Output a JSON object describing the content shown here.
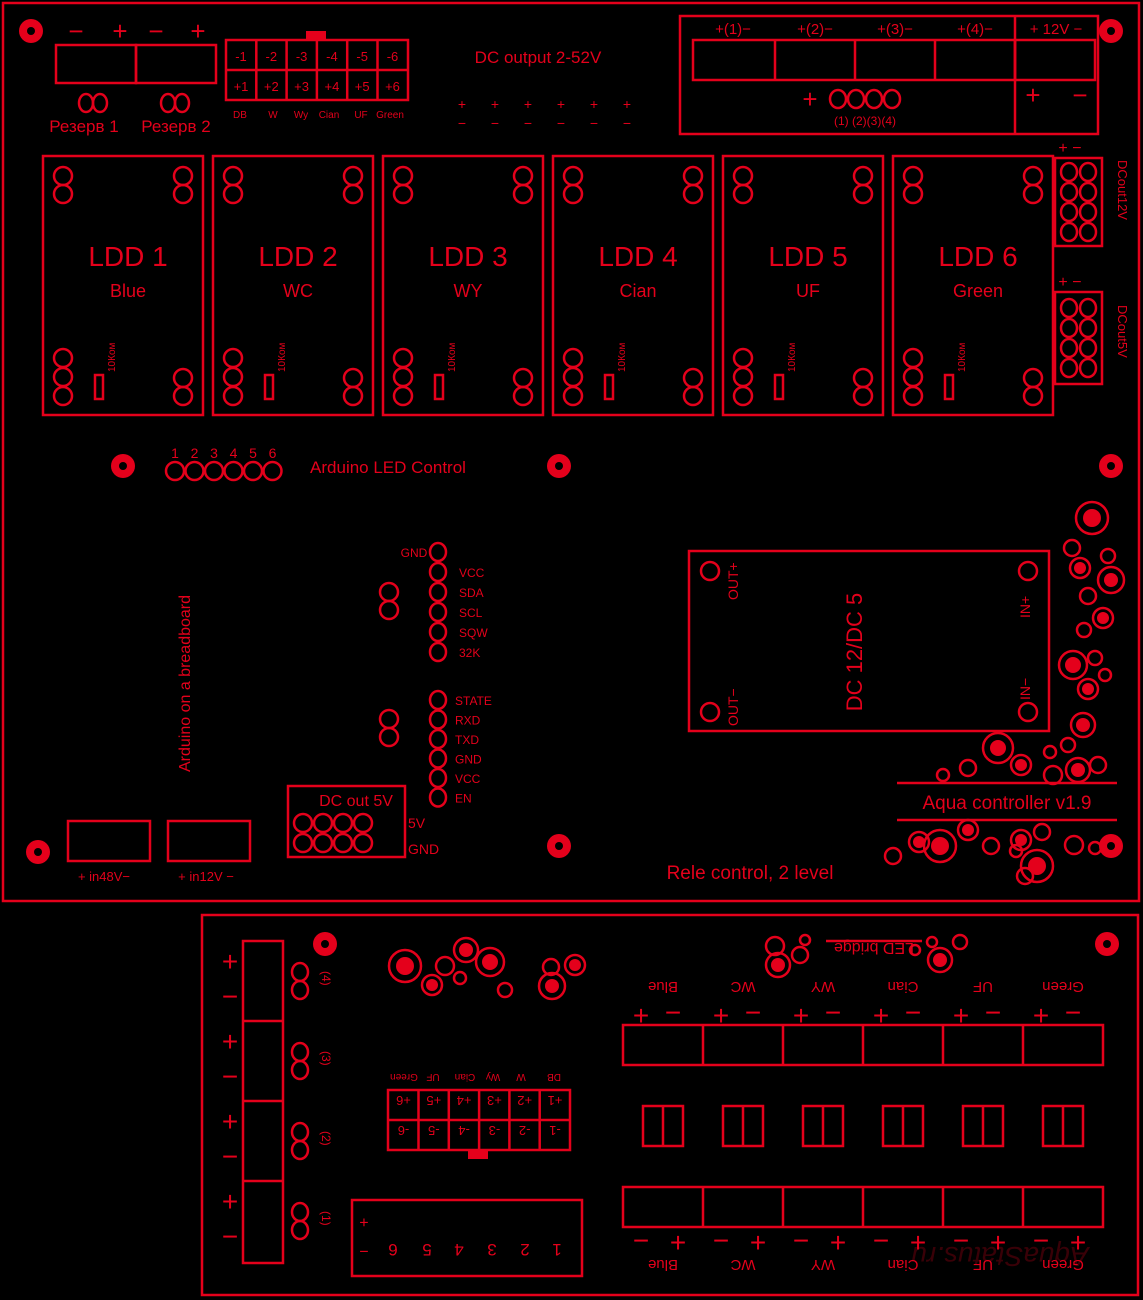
{
  "board_top": {
    "reserve_labels": [
      "Резерв 1",
      "Резерв 2"
    ],
    "reserve_pm": [
      "−",
      "+",
      "−",
      "+"
    ],
    "conn6_minus": [
      "-1",
      "-2",
      "-3",
      "-4",
      "-5",
      "-6"
    ],
    "conn6_plus": [
      "+1",
      "+2",
      "+3",
      "+4",
      "+5",
      "+6"
    ],
    "conn6_names": [
      "DB",
      "W",
      "Wy",
      "Cian",
      "UF",
      "Green"
    ],
    "dc_output_title": "DC output 2-52V",
    "dc_output_signs": [
      "+",
      "−"
    ],
    "top_right_labels": [
      "+(1)−",
      "+(2)−",
      "+(3)−",
      "+(4)−",
      "+ 12V −"
    ],
    "top_right_pm": [
      "+",
      "−"
    ],
    "top_right_mini": "(1) (2)(3)(4)",
    "ldd": [
      {
        "name": "LDD 1",
        "color": "Blue"
      },
      {
        "name": "LDD 2",
        "color": "WC"
      },
      {
        "name": "LDD 3",
        "color": "WY"
      },
      {
        "name": "LDD 4",
        "color": "Cian"
      },
      {
        "name": "LDD 5",
        "color": "UF"
      },
      {
        "name": "LDD 6",
        "color": "Green"
      }
    ],
    "resistor_label": "10Ком",
    "dcout12": "DCout12V",
    "dcout5": "DCout5V",
    "side_pm": "+ −",
    "arduino_numbers": [
      "1",
      "2",
      "3",
      "4",
      "5",
      "6"
    ],
    "arduino_led_control": "Arduino LED Control",
    "arduino_breadboard": "Arduino on a breadboard",
    "pins_group1": [
      "GND",
      "VCC",
      "SDA",
      "SCL",
      "SQW",
      "32K"
    ],
    "pins_group2": [
      "STATE",
      "RXD",
      "TXD",
      "GND",
      "VCC",
      "EN"
    ],
    "dc_out_5v": "DC out 5V",
    "label_5v": "5V",
    "label_gnd": "GND",
    "dcdc": {
      "title": "DC 12/DC 5",
      "out_plus": "OUT+",
      "out_minus": "OUT−",
      "in_plus": "IN+",
      "in_minus": "IN−"
    },
    "version": "Aqua controller v1.9",
    "in48": "+  in48V−",
    "in12": "+ in12V −",
    "rele": "Rele control, 2 level"
  },
  "board_bottom": {
    "led_bridge": "LED bridge",
    "channels": [
      "Blue",
      "WC",
      "WY",
      "Cian",
      "UF",
      "Green"
    ],
    "relay_labels": [
      "(4)",
      "(3)",
      "(2)",
      "(1)"
    ],
    "left_pm": [
      "+",
      "−"
    ],
    "conn6_names": [
      "DB",
      "W",
      "Wy",
      "Cian",
      "UF",
      "Green"
    ],
    "conn6_plus": [
      "+1",
      "+2",
      "+3",
      "+4",
      "+5",
      "+6"
    ],
    "conn6_minus": [
      "-1",
      "-2",
      "-3",
      "-4",
      "-5",
      "-6"
    ],
    "header_numbers": [
      "1",
      "2",
      "3",
      "4",
      "5",
      "6"
    ],
    "header_pm": [
      "+",
      "−"
    ],
    "watermark": "AquaStatus.ru"
  },
  "colors": {
    "trace": "#e4001b",
    "background": "#000000"
  }
}
